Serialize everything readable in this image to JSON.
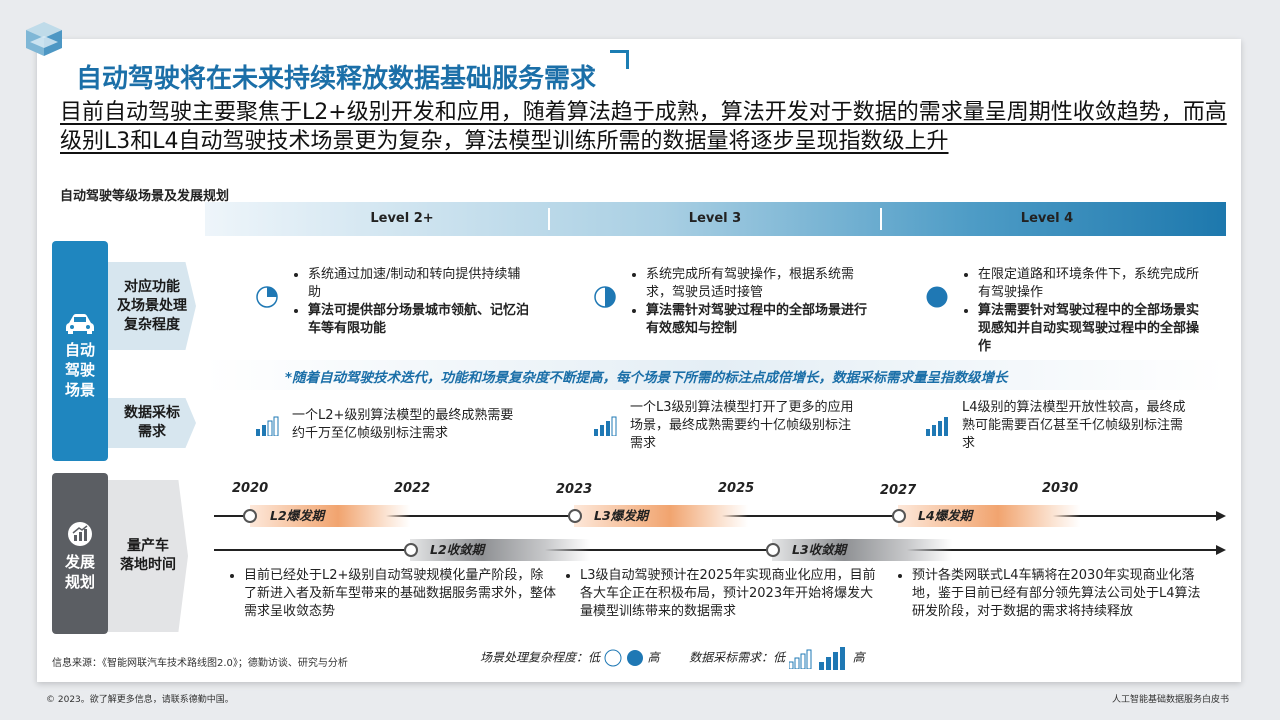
{
  "title": "自动驾驶将在未来持续释放数据基础服务需求",
  "subtitle": "目前自动驾驶主要聚焦于L2+级别开发和应用，随着算法趋于成熟，算法开发对于数据的需求量呈周期性收敛趋势，而高级别L3和L4自动驾驶技术场景更为复杂，算法模型训练所需的数据量将逐步呈现指数级上升",
  "section_title": "自动驾驶等级场景及发展规划",
  "levels": [
    "Level 2+",
    "Level 3",
    "Level 4"
  ],
  "scene_block": {
    "label": "自动驾驶场景",
    "label_lines": [
      "自动",
      "驾驶",
      "场景"
    ],
    "icon": "car-icon",
    "color": "#1f86bf",
    "function_label_lines": [
      "对应功能",
      "及场景处理",
      "复杂程度"
    ],
    "function_items": [
      {
        "complexity": 0.25,
        "bullets": [
          "系统通过加速/制动和转向提供持续辅助",
          "算法可提供部分场景城市领航、记忆泊车等有限功能"
        ]
      },
      {
        "complexity": 0.5,
        "bullets": [
          "系统完成所有驾驶操作，根据系统需求，驾驶员适时接管",
          "算法需针对驾驶过程中的全部场景进行有效感知与控制"
        ]
      },
      {
        "complexity": 1.0,
        "bullets": [
          "在限定道路和环境条件下，系统完成所有驾驶操作",
          "算法需要针对驾驶过程中的全部场景实现感知并自动实现驾驶过程中的全部操作"
        ]
      }
    ],
    "note": "*随着自动驾驶技术迭代，功能和场景复杂度不断提高，每个场景下所需的标注点成倍增长，数据采标需求量呈指数级增长",
    "data_label_lines": [
      "数据采标",
      "需求"
    ],
    "data_items": [
      {
        "level": 1,
        "text": "一个L2+级别算法模型的最终成熟需要约千万至亿帧级别标注需求"
      },
      {
        "level": 2,
        "text": "一个L3级别算法模型打开了更多的应用场景，最终成熟需要约十亿帧级别标注需求"
      },
      {
        "level": 3,
        "text": "L4级别的算法模型开放性较高，最终成熟可能需要百亿甚至千亿帧级别标注需求"
      }
    ]
  },
  "plan_block": {
    "label_lines": [
      "发展",
      "规划"
    ],
    "icon": "growth-chart-icon",
    "color": "#5b5e63",
    "production_label_lines": [
      "量产车",
      "落地时间"
    ],
    "years": [
      "2020",
      "2022",
      "2023",
      "2025",
      "2027",
      "2030"
    ],
    "boom_phases": [
      "L2爆发期",
      "L3爆发期",
      "L4爆发期"
    ],
    "converge_phases": [
      "L2收敛期",
      "L3收敛期"
    ],
    "descriptions": [
      "目前已经处于L2+级别自动驾驶规模化量产阶段，除了新进入者及新车型带来的基础数据服务需求外，整体需求呈收敛态势",
      "L3级自动驾驶预计在2025年实现商业化应用，目前各大车企正在积极布局，预计2023年开始将爆发大量模型训练带来的数据需求",
      "预计各类网联式L4车辆将在2030年实现商业化落地，鉴于目前已经有部分领先算法公司处于L4算法研发阶段，对于数据的需求将持续释放"
    ]
  },
  "source": "信息来源：《智能网联汽车技术路线图2.0》；德勤访谈、研究与分析",
  "legend": {
    "complexity_label": "场景处理复杂程度：低",
    "high": "高",
    "demand_label": "数据采标需求：低"
  },
  "footer_left": "© 2023。欲了解更多信息，请联系德勤中国。",
  "footer_right": "人工智能基础数据服务白皮书",
  "colors": {
    "accent": "#1b6fa8",
    "boom": "#e8894a",
    "converge": "#8a8c8f"
  }
}
